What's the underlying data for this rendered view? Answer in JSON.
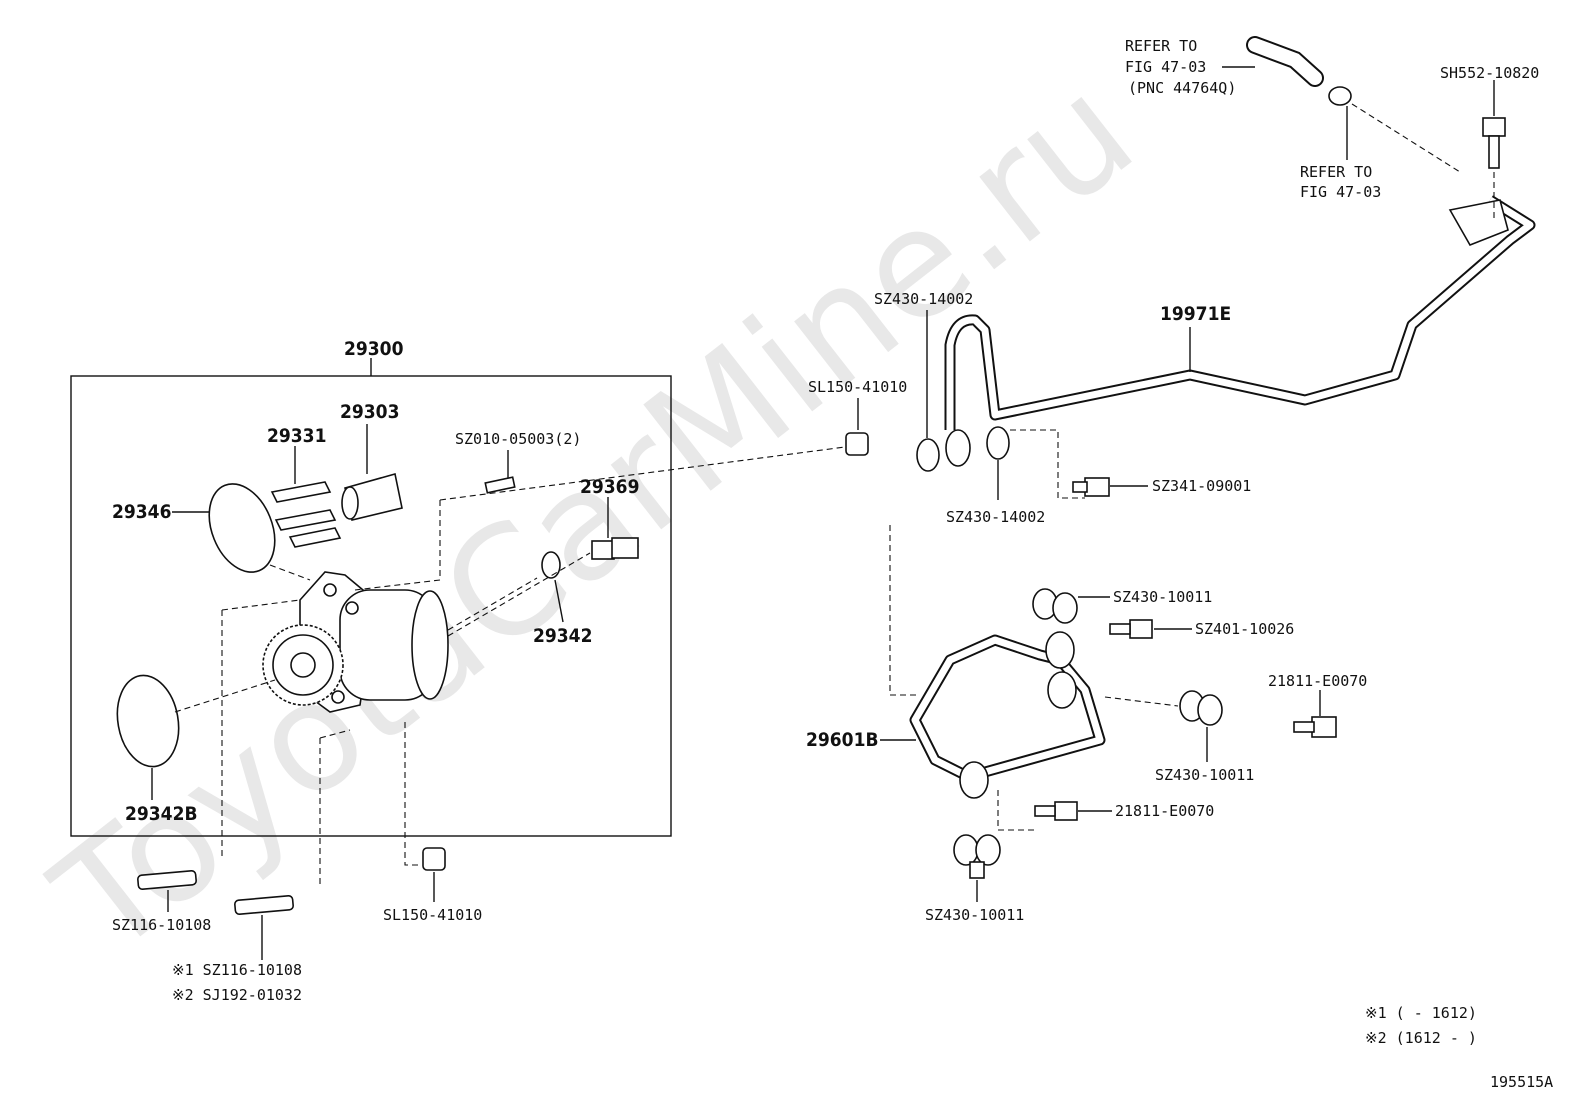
{
  "watermark": "ToyotaCarMine.ru",
  "assembly_box_label": "29300",
  "labels": {
    "p29303": "29303",
    "p29331": "29331",
    "p29346": "29346",
    "p29342B": "29342B",
    "p29369": "29369",
    "p29342": "29342",
    "sz010": "SZ010-05003(2)",
    "sl150_top": "SL150-41010",
    "sl150_bottom": "SL150-41010",
    "sz116_a": "SZ116-10108",
    "note1_part": "※1 SZ116-10108",
    "note2_part": "※2 SJ192-01032",
    "sz430_14002_top": "SZ430-14002",
    "sz430_14002_bot": "SZ430-14002",
    "p19971E": "19971E",
    "sz341": "SZ341-09001",
    "refer1_l1": "REFER TO",
    "refer1_l2": "FIG 47-03",
    "refer1_l3": "(PNC 44764Q)",
    "refer2_l1": "REFER TO",
    "refer2_l2": "FIG 47-03",
    "sh552": "SH552-10820",
    "sz430_10011_a": "SZ430-10011",
    "sz401": "SZ401-10026",
    "p21811_a": "21811-E0070",
    "sz430_10011_b": "SZ430-10011",
    "p29601B": "29601B",
    "p21811_b": "21811-E0070",
    "sz430_10011_c": "SZ430-10011"
  },
  "legend": {
    "note1": "※1 (    - 1612)",
    "note2": "※2 (1612 -    )"
  },
  "figure_id": "195515A"
}
